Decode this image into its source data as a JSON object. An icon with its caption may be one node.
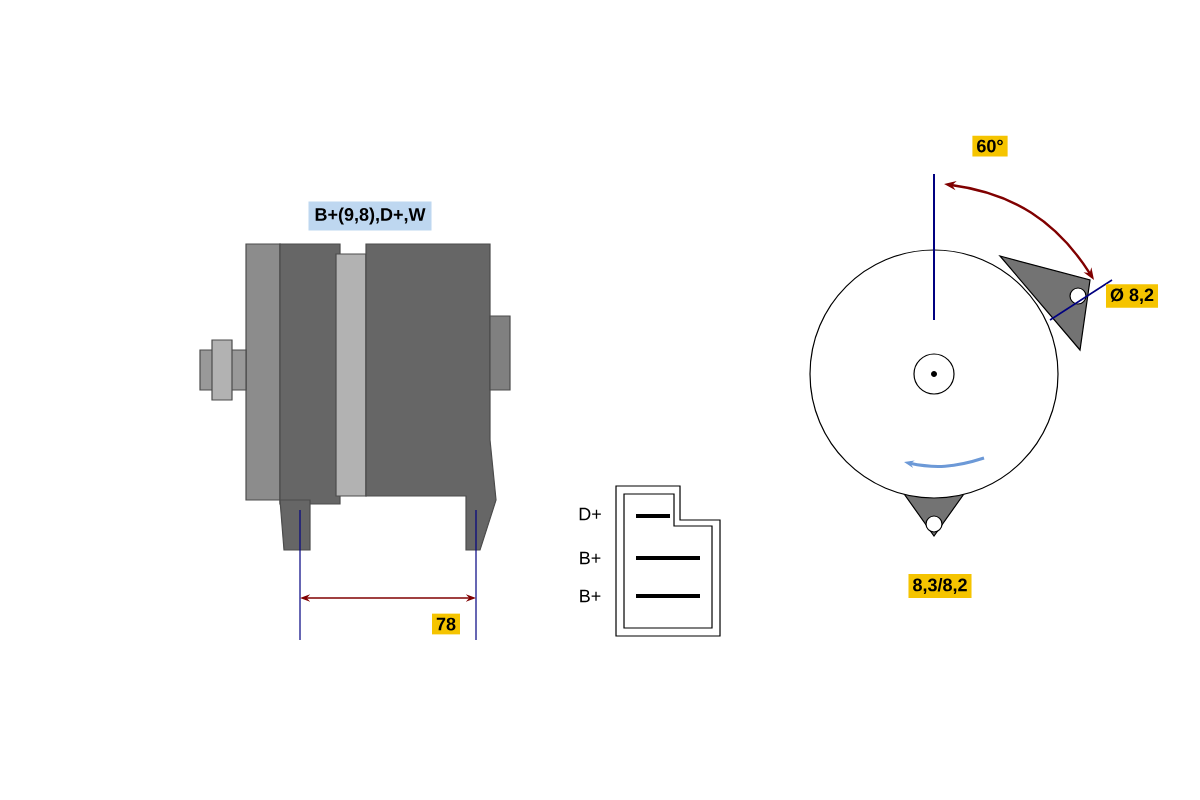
{
  "diagram": {
    "labels": [
      "60°",
      "B+(9,8),D+,W",
      "Ø 8,2",
      "D+",
      "B+",
      "B+",
      "8,3/8,2",
      "78"
    ]
  }
}
